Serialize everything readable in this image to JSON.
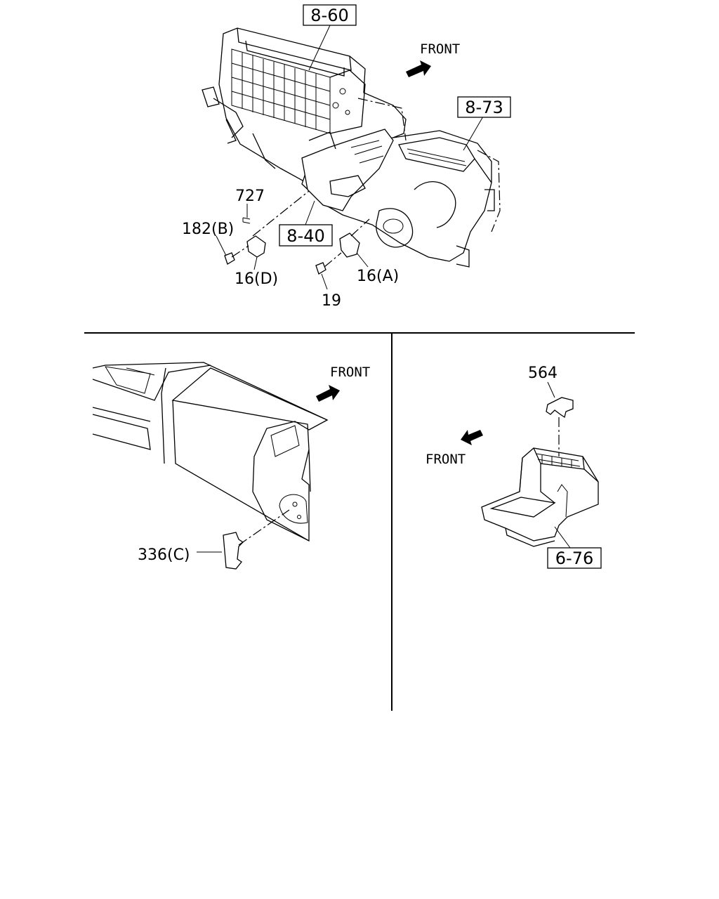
{
  "top_section": {
    "front_label": "FRONT",
    "refs": {
      "heater_unit": "8-60",
      "blower": "8-73",
      "duct": "8-40"
    },
    "callouts": {
      "c727": "727",
      "c182b": "182(B)",
      "c16d": "16(D)",
      "c19": "19",
      "c16a": "16(A)"
    }
  },
  "bottom_left": {
    "front_label": "FRONT",
    "callouts": {
      "c336c": "336(C)"
    }
  },
  "bottom_right": {
    "front_label": "FRONT",
    "refs": {
      "console": "6-76"
    },
    "callouts": {
      "c564": "564"
    }
  }
}
